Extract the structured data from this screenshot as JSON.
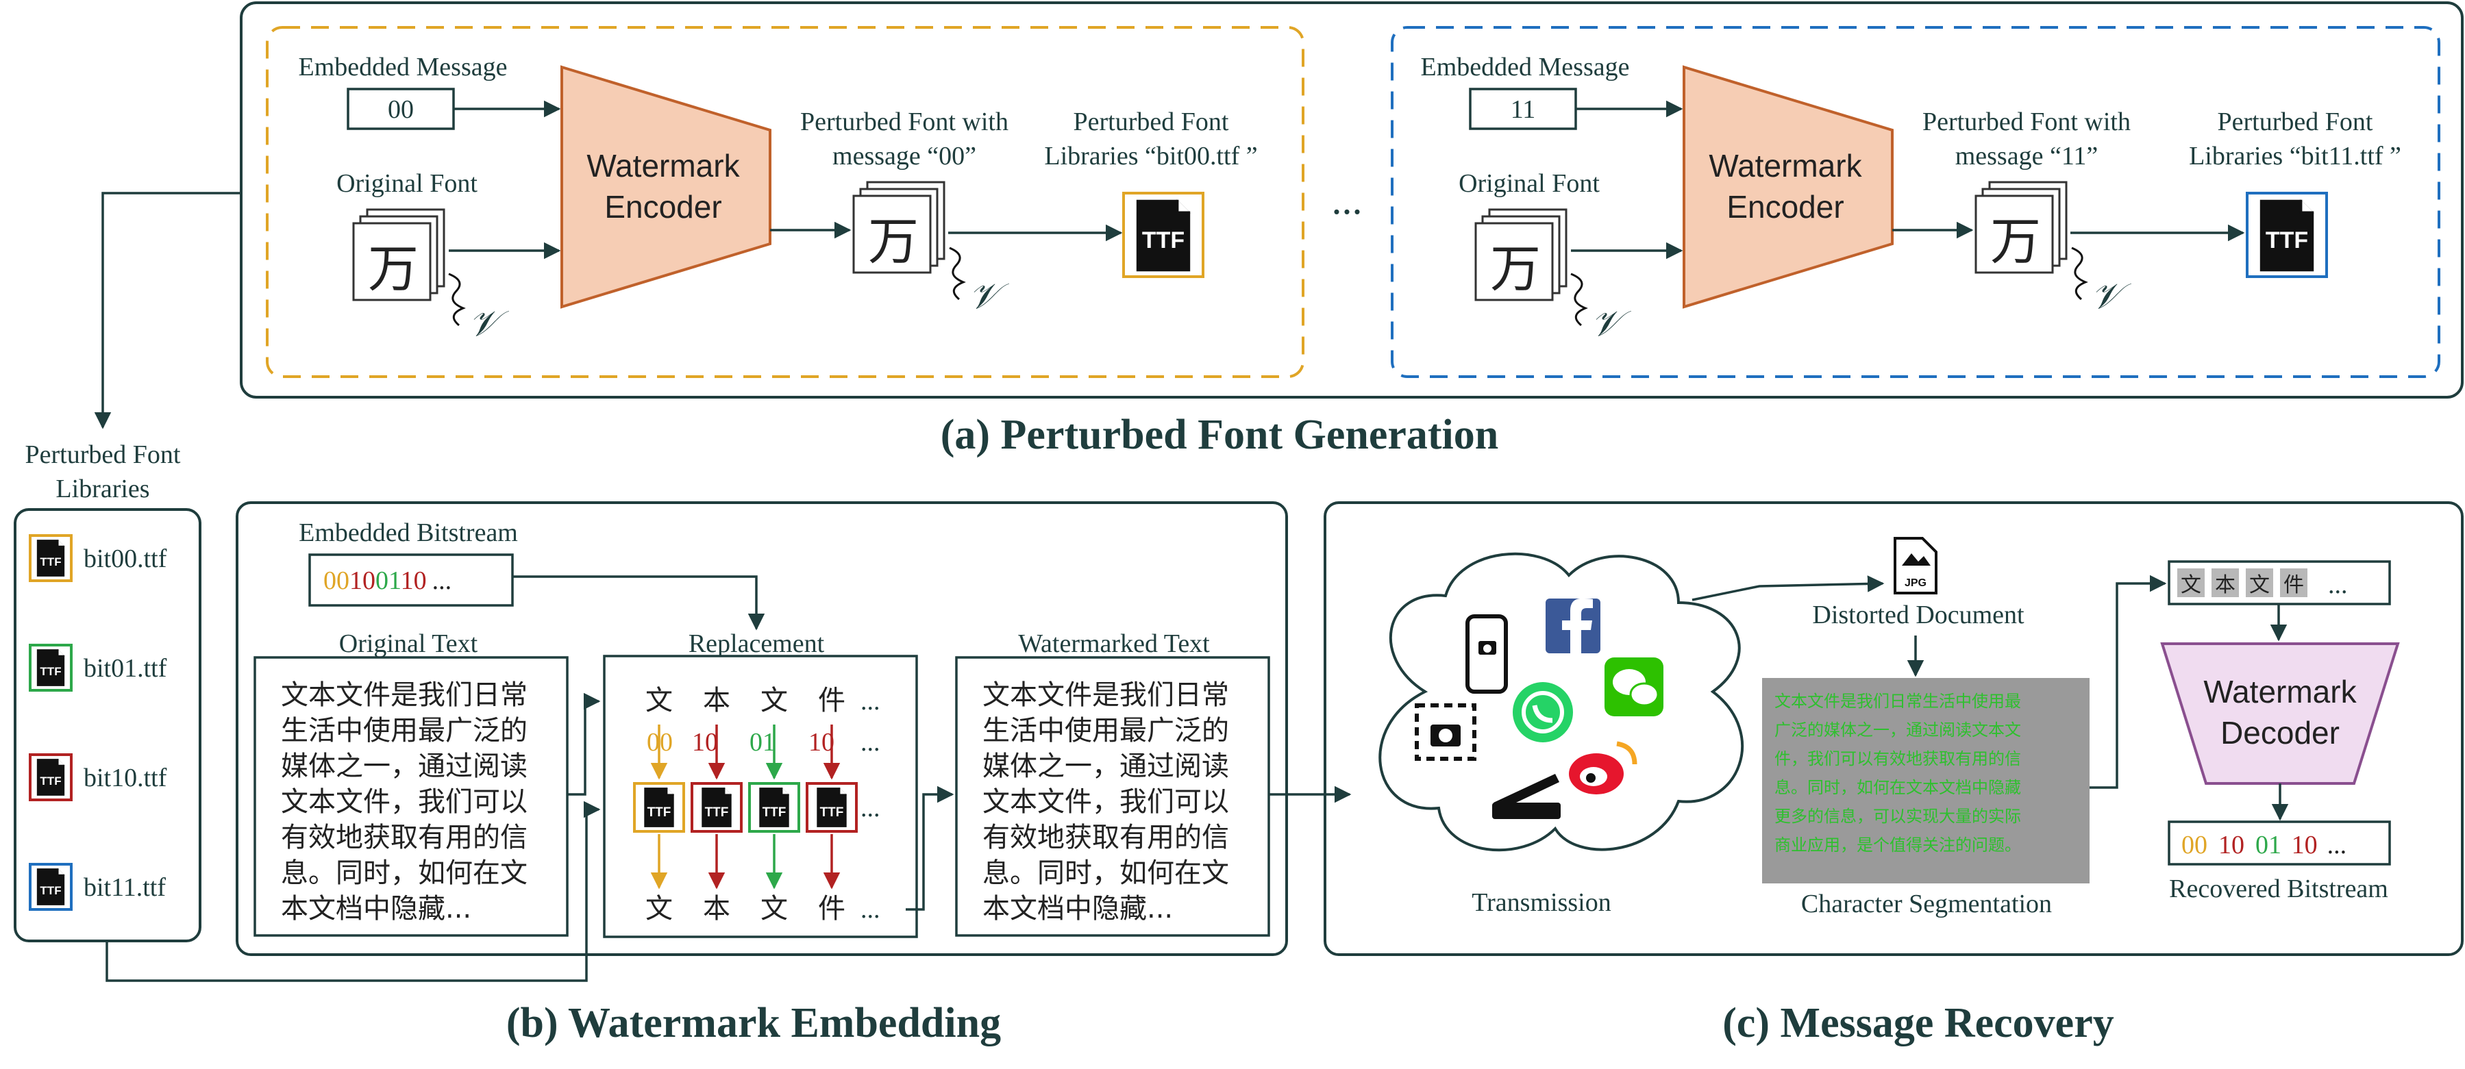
{
  "colors": {
    "panel": "#1f3d3d",
    "bit00": "#e0a526",
    "bit01": "#2da84a",
    "bit10": "#b22222",
    "bit11": "#1f6fbf",
    "encoder_fill": "#f6cdb4",
    "encoder_stroke": "#c0612b",
    "decoder_fill": "#f0dcf0",
    "decoder_stroke": "#8a4f8f",
    "segment_bg": "#9a9a9a",
    "segment_text": "#2ec02e"
  },
  "section_a": {
    "title": "(a) Perturbed Font Generation",
    "ellipsis": "...",
    "left": {
      "embedded_message_label": "Embedded Message",
      "message": "00",
      "original_font_label": "Original Font",
      "glyph": "万",
      "noise_symbol": "𝒱",
      "encoder_line1": "Watermark",
      "encoder_line2": "Encoder",
      "perturbed_label_1": "Perturbed Font with",
      "perturbed_label_2": "message “00”",
      "library_label_1": "Perturbed Font",
      "library_label_2": "Libraries “bit00.ttf ”",
      "ttf": "TTF"
    },
    "right": {
      "embedded_message_label": "Embedded Message",
      "message": "11",
      "original_font_label": "Original Font",
      "glyph": "万",
      "noise_symbol": "𝒱",
      "encoder_line1": "Watermark",
      "encoder_line2": "Encoder",
      "perturbed_label_1": "Perturbed Font with",
      "perturbed_label_2": "message “11”",
      "library_label_1": "Perturbed Font",
      "library_label_2": "Libraries “bit11.ttf ”",
      "ttf": "TTF"
    }
  },
  "libraries": {
    "label_1": "Perturbed Font",
    "label_2": "Libraries",
    "ttf": "TTF",
    "items": [
      "bit00.ttf",
      "bit01.ttf",
      "bit10.ttf",
      "bit11.ttf"
    ]
  },
  "section_b": {
    "title": "(b) Watermark Embedding",
    "bitstream_label": "Embedded Bitstream",
    "bitstream_parts": [
      "00",
      "10",
      "01",
      "10",
      "..."
    ],
    "original_text_label": "Original Text",
    "original_text_lines": [
      "文本文件是我们日常",
      "生活中使用最广泛的",
      "媒体之一，通过阅读",
      "文本文件，我们可以",
      "有效地获取有用的信",
      "息。同时，如何在文",
      "本文档中隐藏..."
    ],
    "replacement_label": "Replacement",
    "replacement_chars": [
      "文",
      "本",
      "文",
      "件"
    ],
    "replacement_bits": [
      "00",
      "10",
      "01",
      "10"
    ],
    "ellipsis": "...",
    "ttf": "TTF",
    "watermarked_text_label": "Watermarked Text",
    "watermarked_text_lines": [
      "文本文件是我们日常",
      "生活中使用最广泛的",
      "媒体之一，通过阅读",
      "文本文件，我们可以",
      "有效地获取有用的信",
      "息。同时，如何在文",
      "本文档中隐藏..."
    ]
  },
  "section_c": {
    "title": "(c) Message Recovery",
    "transmission_label": "Transmission",
    "jpg_label": "JPG",
    "distorted_label": "Distorted Document",
    "segmentation_label": "Character Segmentation",
    "segmented_text_lines": [
      "文本文件是我们日常生活中使用最",
      "广泛的媒体之一，通过阅读文本文",
      "件，我们可以有效地获取有用的信",
      "息。同时，如何在文本文档中隐藏",
      "更多的信息，可以实现大量的实际",
      "商业应用，是个值得关注的问题。"
    ],
    "segmented_chars": [
      "文",
      "本",
      "文",
      "件"
    ],
    "ellipsis": "...",
    "decoder_line1": "Watermark",
    "decoder_line2": "Decoder",
    "recovered_parts": [
      "00",
      "10",
      "01",
      "10",
      "..."
    ],
    "recovered_label": "Recovered Bitstream",
    "social_icons": [
      "facebook-icon",
      "wechat-icon",
      "whatsapp-icon",
      "weibo-icon",
      "phone-camera-icon",
      "screenshot-camera-icon",
      "scanner-icon"
    ]
  }
}
